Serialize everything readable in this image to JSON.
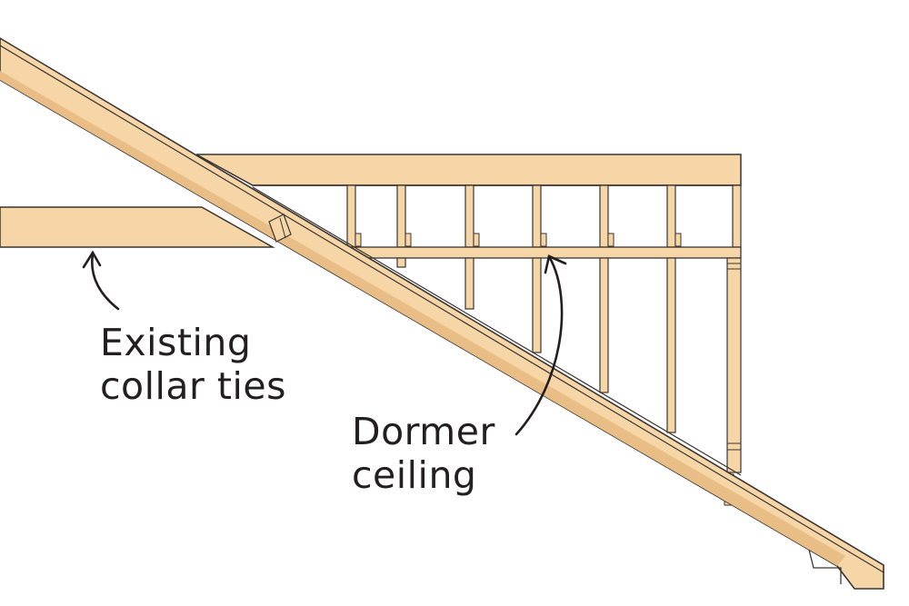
{
  "labels": {
    "collar_ties": {
      "line1": "Existing",
      "line2": "collar ties"
    },
    "dormer_ceiling": {
      "line1": "Dormer",
      "line2": "ceiling"
    }
  },
  "colors": {
    "lumber_fill": "#f6d6a6",
    "lumber_shadow": "#e9bd86",
    "outline": "#3a3532",
    "text": "#231f20",
    "background": "#ffffff"
  }
}
